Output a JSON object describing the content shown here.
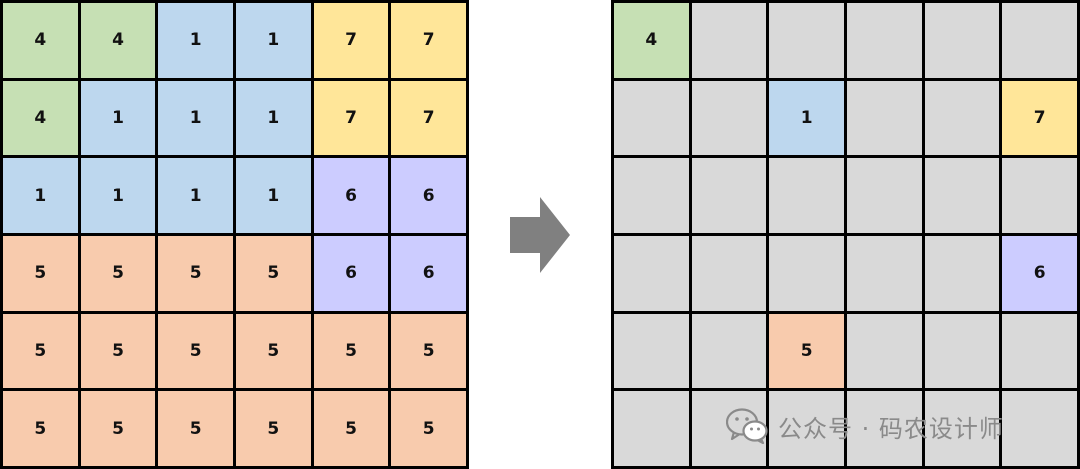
{
  "palette": {
    "4": "#c6e0b4",
    "1": "#bdd7ee",
    "7": "#ffe699",
    "6": "#ccccff",
    "5": "#f8cbad",
    "empty": "#d9d9d9"
  },
  "left_grid": [
    [
      "4",
      "4",
      "1",
      "1",
      "7",
      "7"
    ],
    [
      "4",
      "1",
      "1",
      "1",
      "7",
      "7"
    ],
    [
      "1",
      "1",
      "1",
      "1",
      "6",
      "6"
    ],
    [
      "5",
      "5",
      "5",
      "5",
      "6",
      "6"
    ],
    [
      "5",
      "5",
      "5",
      "5",
      "5",
      "5"
    ],
    [
      "5",
      "5",
      "5",
      "5",
      "5",
      "5"
    ]
  ],
  "right_grid": [
    [
      "4",
      "",
      "",
      "",
      "",
      ""
    ],
    [
      "",
      "",
      "1",
      "",
      "",
      "7"
    ],
    [
      "",
      "",
      "",
      "",
      "",
      ""
    ],
    [
      "",
      "",
      "",
      "",
      "",
      "6"
    ],
    [
      "",
      "",
      "5",
      "",
      "",
      ""
    ],
    [
      "",
      "",
      "",
      "",
      "",
      ""
    ]
  ],
  "arrow_color": "#808080",
  "watermark": {
    "text": "公众号 · 码农设计师",
    "icon": "wechat-icon",
    "color": "#8a8a8a"
  }
}
